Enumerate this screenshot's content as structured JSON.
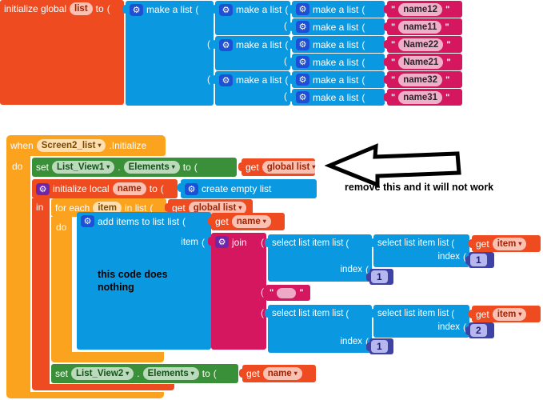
{
  "labels": {
    "initialize_global": "initialize global",
    "initialize_local": "initialize local",
    "to": "to",
    "make_a_list": "make a list",
    "create_empty_list": "create empty list",
    "when": "when",
    "event_suffix": ".Initialize",
    "do": "do",
    "in": "in",
    "set": "set",
    "get": "get",
    "for_each": "for each",
    "in_list": "in list",
    "add_items_to_list": "add items to list",
    "list": "list",
    "item": "item",
    "join": "join",
    "select_list_item": "select list item",
    "index": "index",
    "dot": ".",
    "paren": "(",
    "quote": "\"",
    "dropdown_arrow": "▾",
    "gear_icon": "⚙"
  },
  "variables": {
    "global_var": "list",
    "local_var": "name",
    "loop_var": "item",
    "get_global_list": "global list",
    "get_name": "name",
    "get_item": "item"
  },
  "components": {
    "screen": "Screen2_list",
    "list_view1": "List_View1",
    "list_view2": "List_View2",
    "elements_property": "Elements"
  },
  "strings": [
    "name12",
    "name11",
    "Name22",
    "Name21",
    "name32",
    "name31"
  ],
  "numbers": [
    "1",
    "1",
    "2",
    "1"
  ],
  "empty_string": "",
  "annotations": {
    "remove_note": "remove this and it will not work",
    "nothing_note": "this code does\nnothing"
  },
  "colors": {
    "events_gold": "#FBA21F",
    "variables_orange": "#EF4B20",
    "lists_blue": "#0A99E0",
    "text_magenta": "#D4175E",
    "components_green": "#3A9038",
    "math_indigo": "#3F42A5",
    "gear_blue": "#1D50D4",
    "gear_purple": "#6D28A8"
  }
}
